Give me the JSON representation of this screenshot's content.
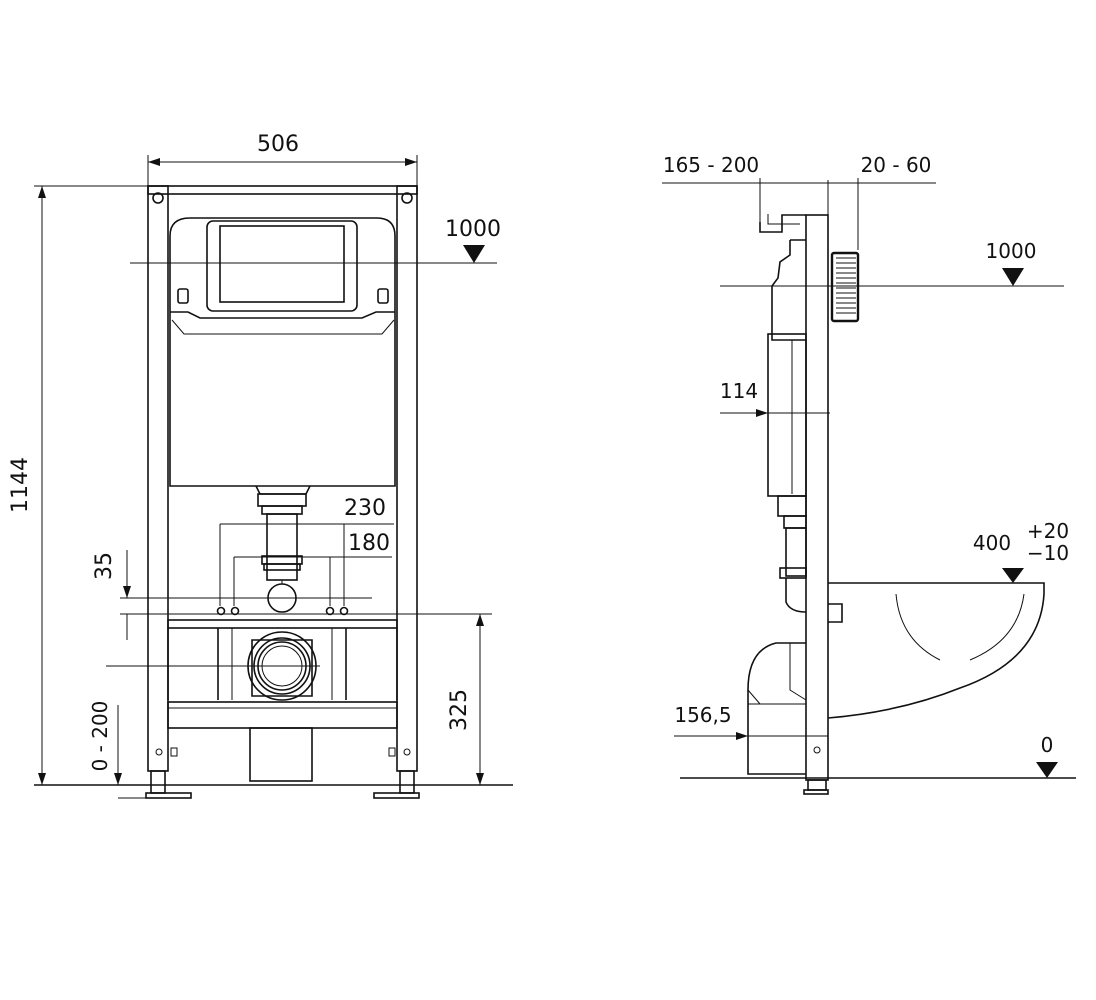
{
  "front_view": {
    "dimensions": {
      "width": "506",
      "total_height": "1144",
      "flush_height": "1000",
      "pipe_span_outer": "230",
      "pipe_span_inner": "180",
      "pipe_offset": "35",
      "drain_height": "325",
      "leg_adjust": "0 - 200"
    }
  },
  "side_view": {
    "dimensions": {
      "bracket_depth": "165 - 200",
      "wall_finish": "20 - 60",
      "flush_height": "1000",
      "tank_depth": "114",
      "bowl_height_base": "400",
      "bowl_tol_plus": "+20",
      "bowl_tol_minus": "−10",
      "drain_axis": "156,5",
      "floor_level": "0"
    }
  }
}
